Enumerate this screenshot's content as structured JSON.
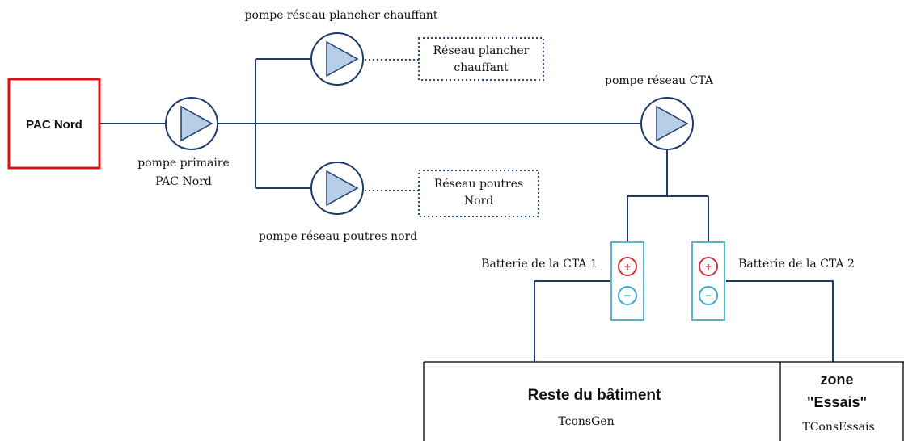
{
  "colors": {
    "pipe": "#1f3a6b",
    "pump_fill": "#b7cfe6",
    "pac_border": "#e01010",
    "battery_border": "#5ab4c8",
    "plus": "#c8323c",
    "minus": "#3aa6c4",
    "dotted_box": "#2a4f86"
  },
  "pac": {
    "label": "PAC Nord"
  },
  "pumps": {
    "primary": {
      "label_line1": "pompe primaire",
      "label_line2": "PAC Nord"
    },
    "plancher": {
      "label": "pompe réseau plancher chauffant"
    },
    "poutres": {
      "label": "pompe réseau poutres nord"
    },
    "cta": {
      "label": "pompe réseau CTA"
    }
  },
  "networks": {
    "plancher": {
      "line1": "Réseau plancher",
      "line2": "chauffant"
    },
    "poutres": {
      "line1": "Réseau poutres",
      "line2": "Nord"
    }
  },
  "batteries": {
    "cta1": {
      "label": "Batterie de la CTA 1",
      "plus": "+",
      "minus": "−"
    },
    "cta2": {
      "label": "Batterie de la CTA 2",
      "plus": "+",
      "minus": "−"
    }
  },
  "zones": {
    "rest": {
      "title": "Reste du bâtiment",
      "subtitle": "TconsGen"
    },
    "essais": {
      "title_line1": "zone",
      "title_line2": "\"Essais\"",
      "subtitle": "TConsEssais"
    }
  }
}
